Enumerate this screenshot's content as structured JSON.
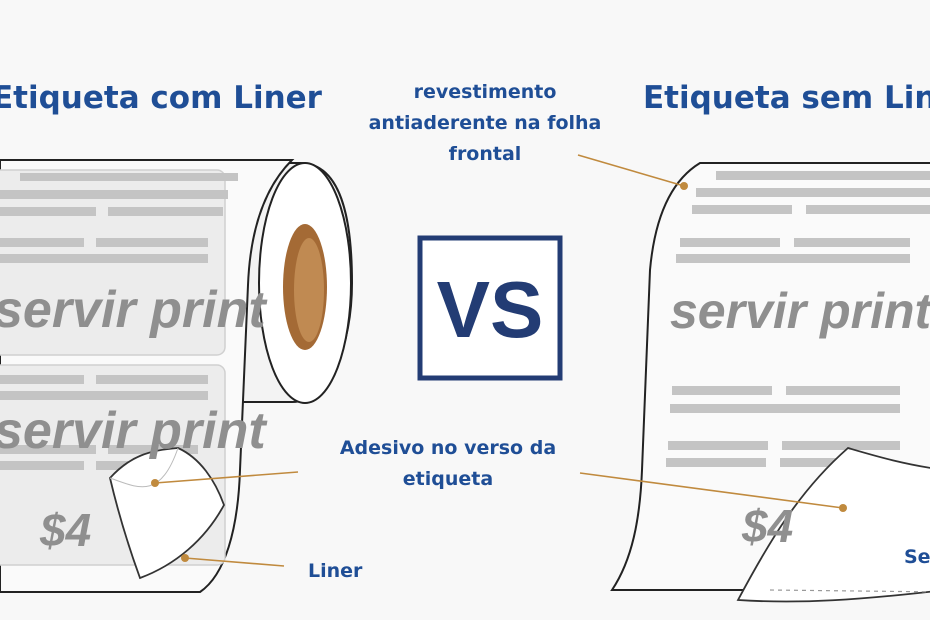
{
  "titles": {
    "left": "Etiqueta com Liner",
    "right": "Etiqueta sem Liner"
  },
  "vs": "VS",
  "annotations": {
    "revestimento": [
      "revestimento",
      "antiaderente na folha",
      "frontal"
    ],
    "adesivo": [
      "Adesivo no verso da",
      "etiqueta"
    ],
    "liner": "Liner",
    "sem_liner": "Sem Liner"
  },
  "label_text": {
    "brand": "servir print",
    "price": "$4"
  },
  "colors": {
    "title": "#1f4e96",
    "leader": "#c08a3e",
    "roll_core": "#a46a35"
  }
}
